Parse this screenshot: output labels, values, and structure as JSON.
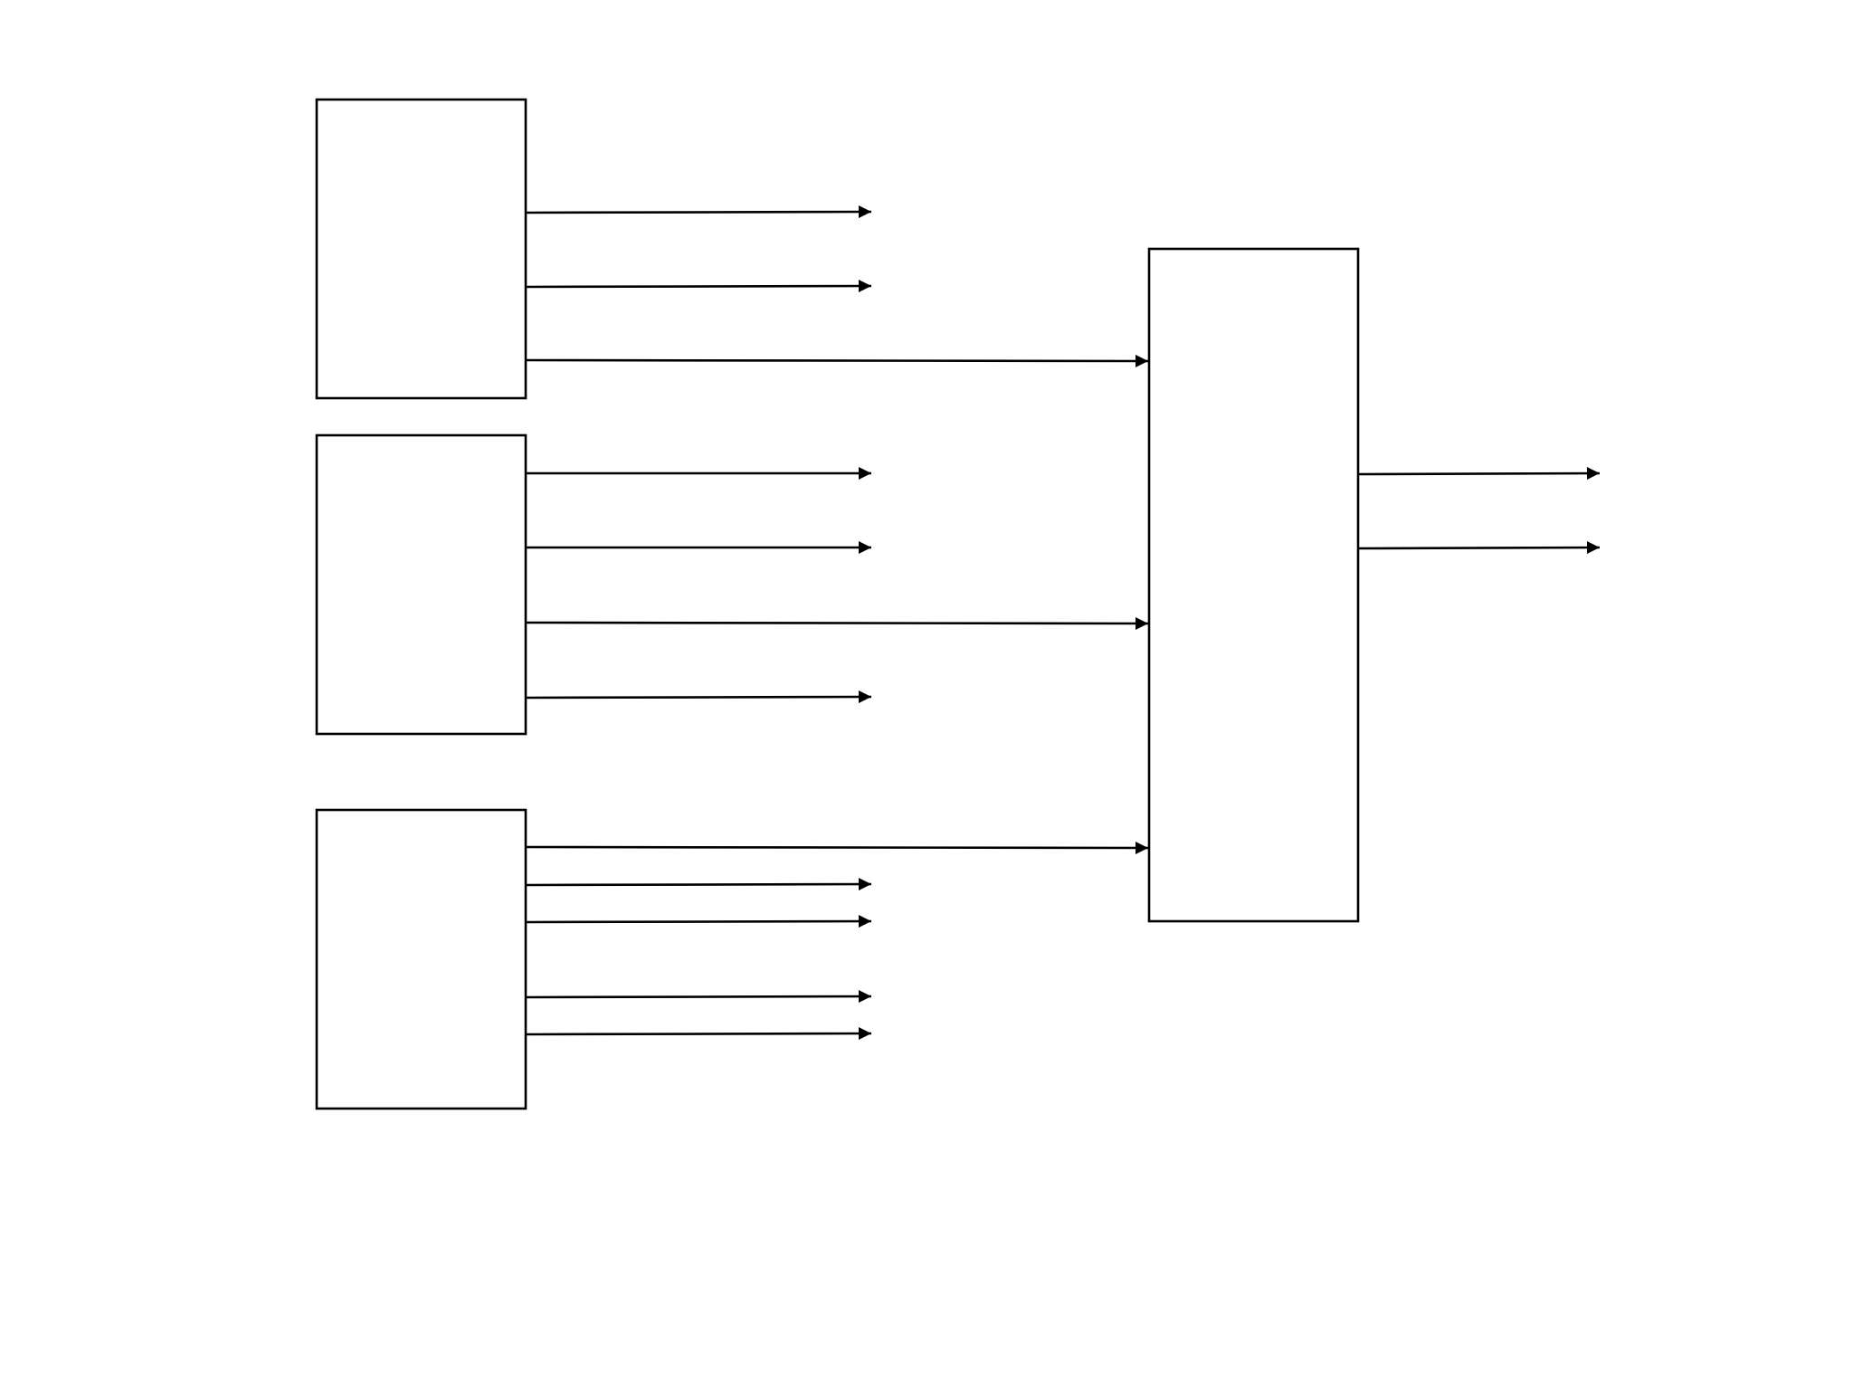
{
  "diagram": {
    "type": "block-diagram",
    "colors": {
      "stroke": "#000000",
      "background": "#ffffff"
    },
    "blocks": [
      {
        "id": "source-block-1",
        "label": ""
      },
      {
        "id": "source-block-2",
        "label": ""
      },
      {
        "id": "source-block-3",
        "label": ""
      },
      {
        "id": "central-block",
        "label": ""
      }
    ],
    "connections": [
      {
        "from": "source-block-1",
        "to": null,
        "label": ""
      },
      {
        "from": "source-block-1",
        "to": null,
        "label": ""
      },
      {
        "from": "source-block-1",
        "to": "central-block",
        "label": ""
      },
      {
        "from": "source-block-2",
        "to": null,
        "label": ""
      },
      {
        "from": "source-block-2",
        "to": null,
        "label": ""
      },
      {
        "from": "source-block-2",
        "to": "central-block",
        "label": ""
      },
      {
        "from": "source-block-2",
        "to": null,
        "label": ""
      },
      {
        "from": "source-block-3",
        "to": "central-block",
        "label": ""
      },
      {
        "from": "source-block-3",
        "to": null,
        "label": ""
      },
      {
        "from": "source-block-3",
        "to": null,
        "label": ""
      },
      {
        "from": "source-block-3",
        "to": null,
        "label": ""
      },
      {
        "from": "source-block-3",
        "to": null,
        "label": ""
      },
      {
        "from": "central-block",
        "to": null,
        "label": ""
      },
      {
        "from": "central-block",
        "to": null,
        "label": ""
      }
    ]
  }
}
